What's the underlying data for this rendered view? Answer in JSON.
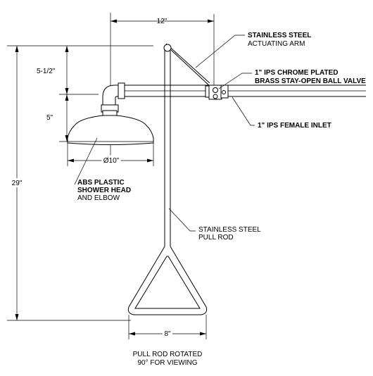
{
  "dimensions": {
    "arm_span": "12\"",
    "upper_height": "5-1/2\"",
    "head_drop": "5\"",
    "overall_height": "29\"",
    "head_diameter": "Ø10\"",
    "handle_width": "8\""
  },
  "callouts": {
    "actuating_arm": {
      "line1": "STAINLESS STEEL",
      "line2": "ACTUATING ARM"
    },
    "ball_valve": {
      "line1": "1\" IPS CHROME PLATED",
      "line2": "BRASS STAY-OPEN BALL VALVE"
    },
    "female_inlet": {
      "line1": "1\" IPS FEMALE INLET"
    },
    "shower_head": {
      "line1": "ABS PLASTIC",
      "line2": "SHOWER HEAD",
      "line3": "AND ELBOW"
    },
    "pull_rod": {
      "line1": "STAINLESS STEEL",
      "line2": "PULL ROD"
    },
    "note": {
      "line1": "PULL ROD ROTATED",
      "line2": "90° FOR VIEWING"
    }
  }
}
